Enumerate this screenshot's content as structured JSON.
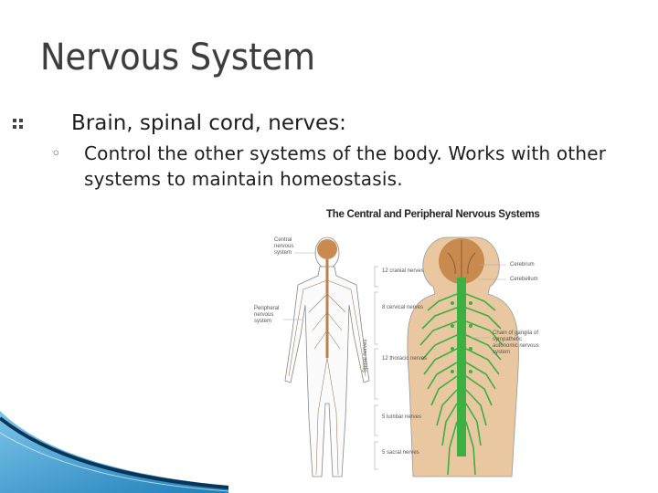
{
  "slide": {
    "title": "Nervous System",
    "bullet": "Brain, spinal cord, nerves:",
    "sub_bullet_marker": "◦",
    "sub_bullet": "Control the other systems of the body.  Works with other systems to maintain homeostasis."
  },
  "figure": {
    "title": "The Central and Peripheral Nervous Systems",
    "labels": {
      "cns": "Central nervous system",
      "pns": "Peripheral nervous system",
      "cranial": "12 cranial nerves",
      "cervical": "8 cervical nerves",
      "thoracic": "12 thoracic nerves",
      "lumbar": "5 lumbar nerves",
      "sacral": "5 sacral nerves",
      "spinal": "Spinal nerves",
      "cerebrum": "Cerebrum",
      "cerebellum": "Cerebellum",
      "chain": "Chain of ganglia of sympathetic autonomic nervous system"
    },
    "colors": {
      "nerves": "#3cb043",
      "brain": "#c98a50",
      "skin": "#e9c7a0"
    }
  },
  "theme": {
    "accent": "#1e7fb8",
    "dark_accent": "#0b3556"
  }
}
